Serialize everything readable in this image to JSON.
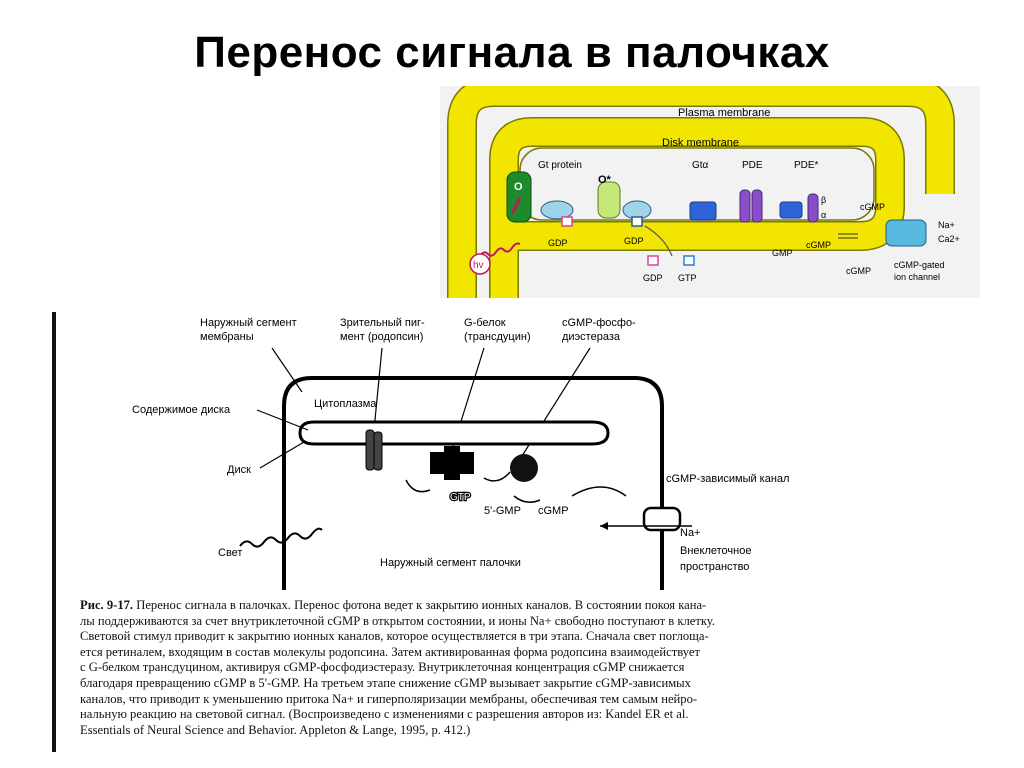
{
  "title": "Перенос сигнала в палочках",
  "top_figure": {
    "plasma_membrane": "Plasma membrane",
    "disk_membrane": "Disk membrane",
    "o": "O",
    "gt_protein": "Gt protein",
    "o_star": "O*",
    "gta": "Gtα",
    "pde": "PDE",
    "pde_star": "PDE*",
    "beta": "β",
    "alpha": "α",
    "hv": "hv",
    "gdp1": "GDP",
    "gdp2": "GDP",
    "gdp3": "GDP",
    "gtp": "GTP",
    "gmp": "GMP",
    "cgmp1": "cGMP",
    "cgmp2": "cGMP",
    "cgmp3": "cGMP",
    "na": "Na+",
    "ca": "Ca2+",
    "channel_label_1": "cGMP-gated",
    "channel_label_2": "ion channel"
  },
  "bottom_figure": {
    "outer_membrane_1": "Наружный сегмент",
    "outer_membrane_2": "мембраны",
    "pigment_1": "Зрительный пиг-",
    "pigment_2": "мент (родопсин)",
    "gprotein_1": "G-белок",
    "gprotein_2": "(трансдуцин)",
    "pde_1": "cGMP-фосфо-",
    "pde_2": "диэстераза",
    "cytoplasm": "Цитоплазма",
    "disk_content": "Содержимое диска",
    "disk": "Диск",
    "gtp": "GTP",
    "gmp5": "5'-GMP",
    "cgmp": "cGMP",
    "channel": "cGMP-зависимый канал",
    "na": "Na+",
    "light": "Свет",
    "rod_segment": "Наружный сегмент палочки",
    "extracellular_1": "Внеклеточное",
    "extracellular_2": "пространство"
  },
  "caption": {
    "label": "Рис. 9-17.",
    "lines": [
      "Перенос сигнала в палочках. Перенос фотона ведет к закрытию ионных каналов. В состоянии покоя кана-",
      "лы поддерживаются за счет внутриклеточной cGMP в открытом состоянии, и ионы Na+ свободно поступают в клетку.",
      "Световой стимул приводит к закрытию ионных каналов, которое осуществляется в три этапа. Сначала свет поглоща-",
      "ется ретиналем, входящим в состав молекулы родопсина. Затем активированная форма родопсина взаимодействует",
      "с G-белком трансдуцином, активируя cGMP-фосфодиэстеразу. Внутриклеточная концентрация cGMP снижается",
      "благодаря превращению cGMP в 5'-GMP. На третьем этапе снижение cGMP вызывает закрытие cGMP-зависимых",
      "каналов, что приводит к уменьшению притока Na+ и гиперполяризации мембраны, обеспечивая тем самым нейро-",
      "нальную реакцию на световой сигнал. (Воспроизведено с изменениями с разрешения авторов из: Kandel ER et al.",
      "Essentials of Neural Science and Behavior. Appleton & Lange, 1995, p. 412.)"
    ]
  },
  "colors": {
    "membrane_yellow": "#f2e600",
    "membrane_outline": "#7a7a00",
    "rhodopsin_dark_green": "#1f8a2b",
    "rhodopsin_light_green": "#c6e87a",
    "transducin_light_blue": "#9fd3ea",
    "transducin_blue": "#2f64d8",
    "pde_purple": "#8a4fc8",
    "gdp_pink": "#e0409a",
    "channel_blue": "#57b8e0"
  }
}
